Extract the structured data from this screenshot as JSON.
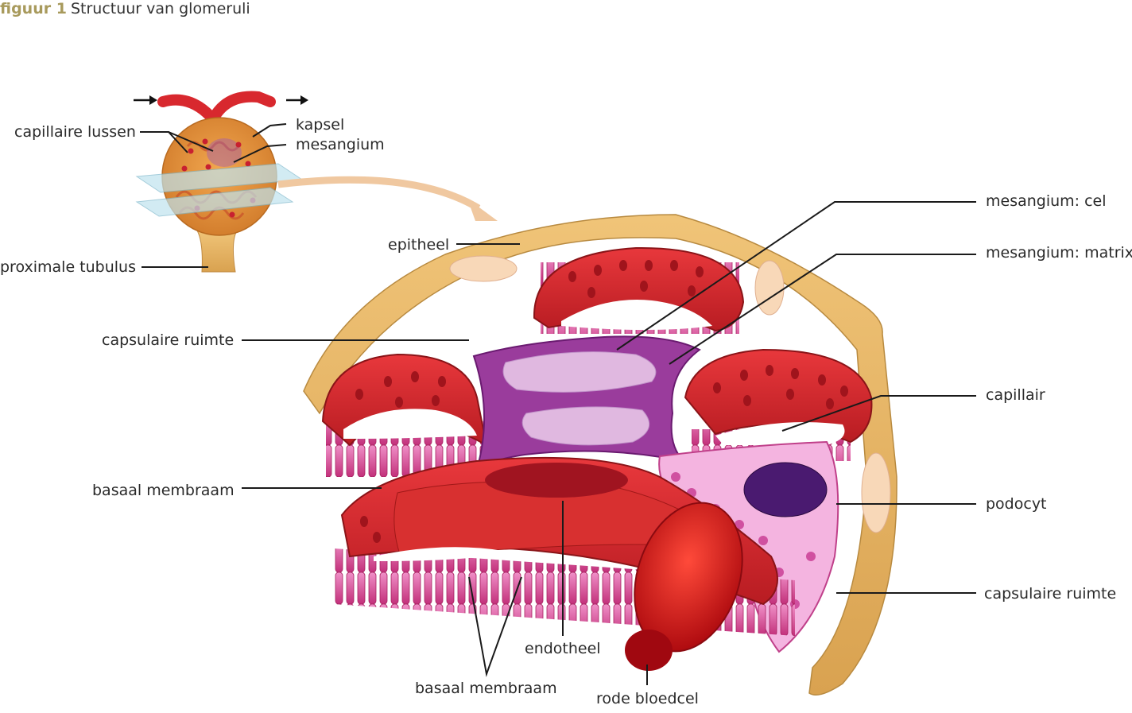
{
  "caption": {
    "number": "figuur 1",
    "title": "Structuur van glomeruli"
  },
  "labels": {
    "capillary_loops": "capillaire lussen",
    "capsule": "kapsel",
    "mesangium_small": "mesangium",
    "proximal_tubule": "proximale tubulus",
    "epithelium": "epitheel",
    "capsular_space_left": "capsulaire ruimte",
    "basement_membrane_left": "basaal membraam",
    "mesangium_cell": "mesangium: cel",
    "mesangium_matrix": "mesangium: matrix",
    "capillary": "capillair",
    "podocyte": "podocyt",
    "capsular_space_right": "capsulaire ruimte",
    "endothelium": "endotheel",
    "basement_membrane_bottom": "basaal membraam",
    "red_blood_cell": "rode bloedcel"
  },
  "colors": {
    "capsule_tan": "#e8b86a",
    "capillary_red": "#d8282e",
    "mesangium_purple": "#9a3c9c",
    "podocyte_pink": "#e070c0",
    "rbc_red": "#d01818",
    "caption_accent": "#a89a5c"
  }
}
